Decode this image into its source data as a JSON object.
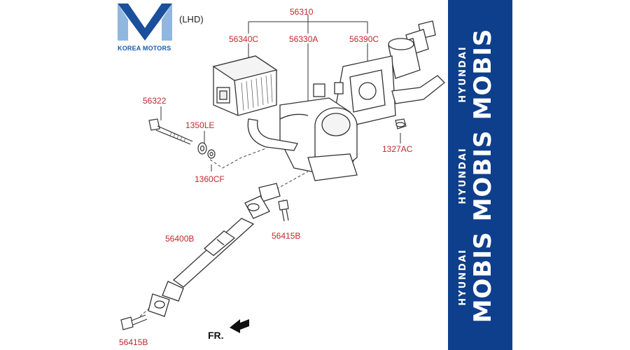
{
  "brand": {
    "logo_text": "KOREA MOTORS",
    "logo_colors": {
      "dark": "#1a4f9c",
      "light": "#8fb7e0"
    },
    "panel_color": "#0e3f8c",
    "watermark": [
      {
        "line1": "HYUNDAI",
        "line2": "MOBIS"
      },
      {
        "line1": "HYUNDAI",
        "line2": "MOBIS"
      },
      {
        "line1": "HYUNDAI",
        "line2": "MOBIS"
      }
    ]
  },
  "diagram": {
    "variant": "(LHD)",
    "direction_label": "FR.",
    "label_color": "#c0282d",
    "parts": {
      "assembly": "56310",
      "ecu": "56340C",
      "motor": "56330A",
      "column": "56390C",
      "bolt_top": "56322",
      "washer": "1350LE",
      "nut_washer": "1360CF",
      "nut_right": "1327AC",
      "shaft": "56400B",
      "bolt_mid": "56415B",
      "bolt_bottom": "56415B"
    }
  }
}
